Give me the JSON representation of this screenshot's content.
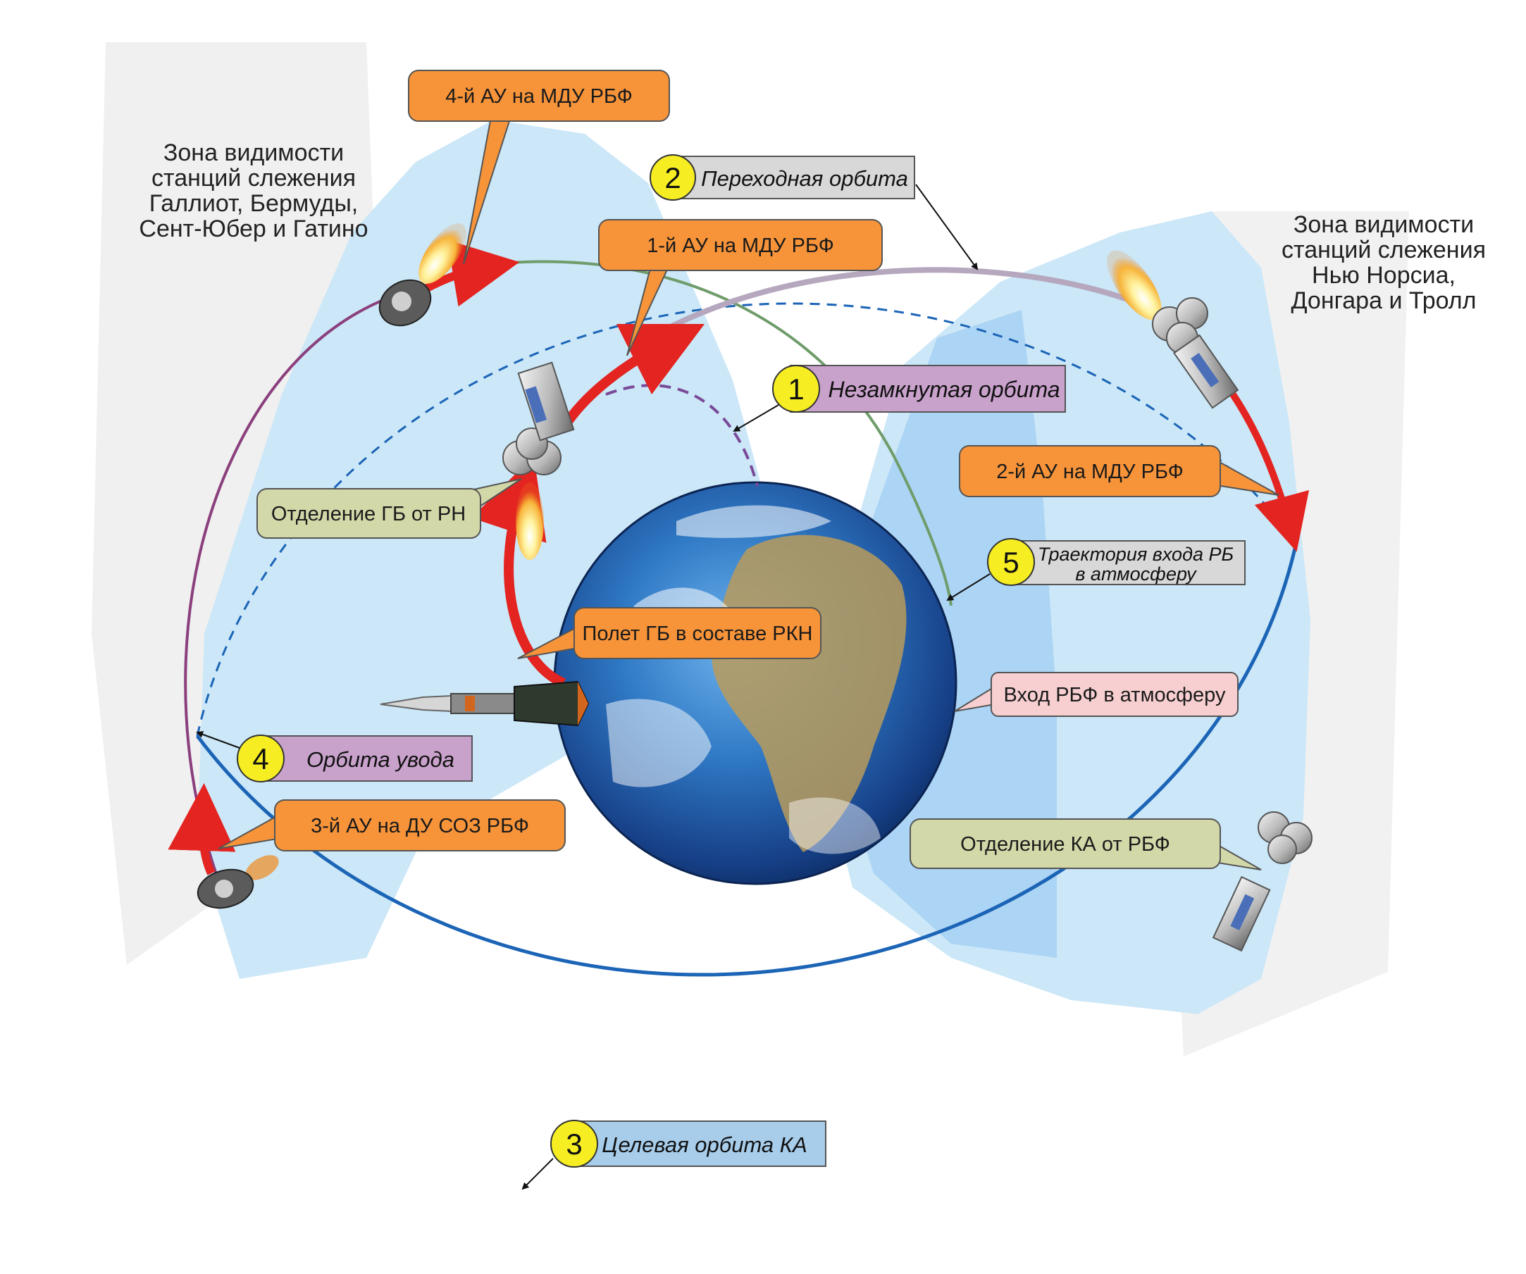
{
  "zones": {
    "left": [
      "Зона видимости",
      "станций слежения",
      "Галлиот, Бермуды,",
      "Сент-Юбер и Гатино"
    ],
    "right": [
      "Зона видимости",
      "станций слежения",
      "Нью Норсиа,",
      "Донгара и Тролл"
    ]
  },
  "numbered_labels": [
    {
      "number": "1",
      "lines": [
        "Незамкнутая орбита"
      ]
    },
    {
      "number": "2",
      "lines": [
        "Переходная орбита"
      ]
    },
    {
      "number": "3",
      "lines": [
        "Целевая орбита КА"
      ]
    },
    {
      "number": "4",
      "lines": [
        "Орбита увода"
      ]
    },
    {
      "number": "5",
      "lines": [
        "Траектория входа РБ",
        "в атмосферу"
      ]
    }
  ],
  "callouts": {
    "burn4": "4-й АУ на МДУ РБФ",
    "burn1": "1-й АУ на МДУ РБФ",
    "burn2": "2-й АУ на МДУ РБФ",
    "burn3": "3-й АУ на ДУ СОЗ РБФ",
    "separation_gb": "Отделение ГБ от РН",
    "flight_gb": "Полет ГБ в составе РКН",
    "entry": "Вход РБФ в атмосферу",
    "separation_ka": "Отделение КА от РБФ"
  },
  "colors": {
    "orange_callout": "#f7943a",
    "olive_callout": "#d2d8a8",
    "purple_label": "#c9a2cc",
    "gray_label": "#d8d8d8",
    "blue_label": "#a7cdeb",
    "pink_callout": "#f7cfd0",
    "number_circle": "#f6ee22",
    "target_orbit": "#1b64b6",
    "transfer_orbit": "#b5a7bd",
    "disposal_orbit": "#8b3f7d",
    "entry_trajectory": "#6f9c6b",
    "open_orbit": "#7a4a99",
    "burn_arrow": "#e32420",
    "visibility_zone": "#c8e6f8"
  }
}
